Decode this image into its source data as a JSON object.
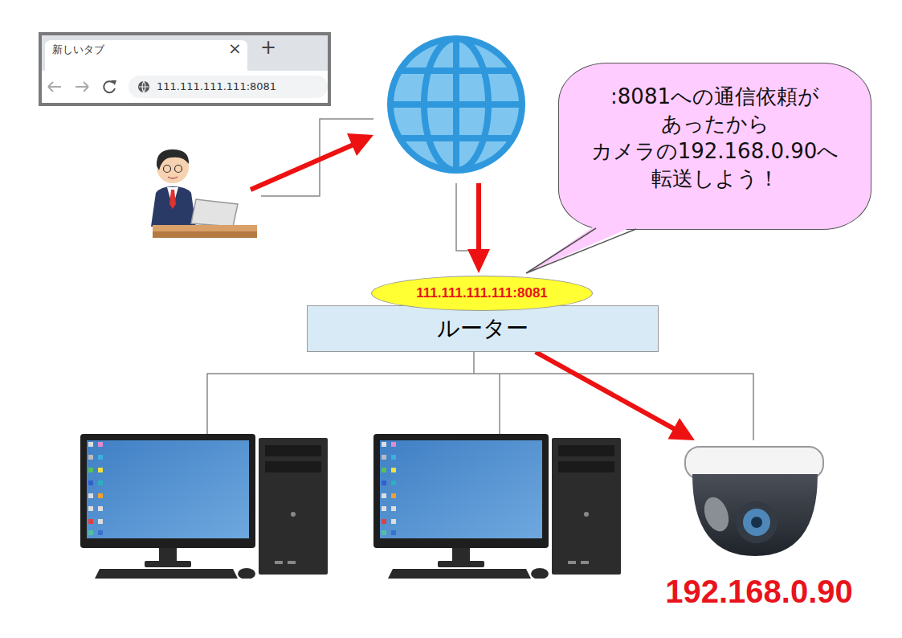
{
  "diagram": {
    "nodes": [
      {
        "text": [
          "新しいタブ",
          "×",
          "+",
          "111.111.111.111:8081"
        ]
      },
      {
        "text": [
          ":8081への通信依頼が あったから カメラの192.168.0.90へ 転送しよう！"
        ]
      },
      {
        "text": [
          "111.111.111.111:8081"
        ]
      },
      {
        "text": [
          "ルーター"
        ]
      },
      {
        "text": [
          "192.168.0.90"
        ]
      }
    ],
    "edges": [
      {
        "from": 3,
        "to": 4,
        "arrow": "to"
      }
    ]
  }
}
